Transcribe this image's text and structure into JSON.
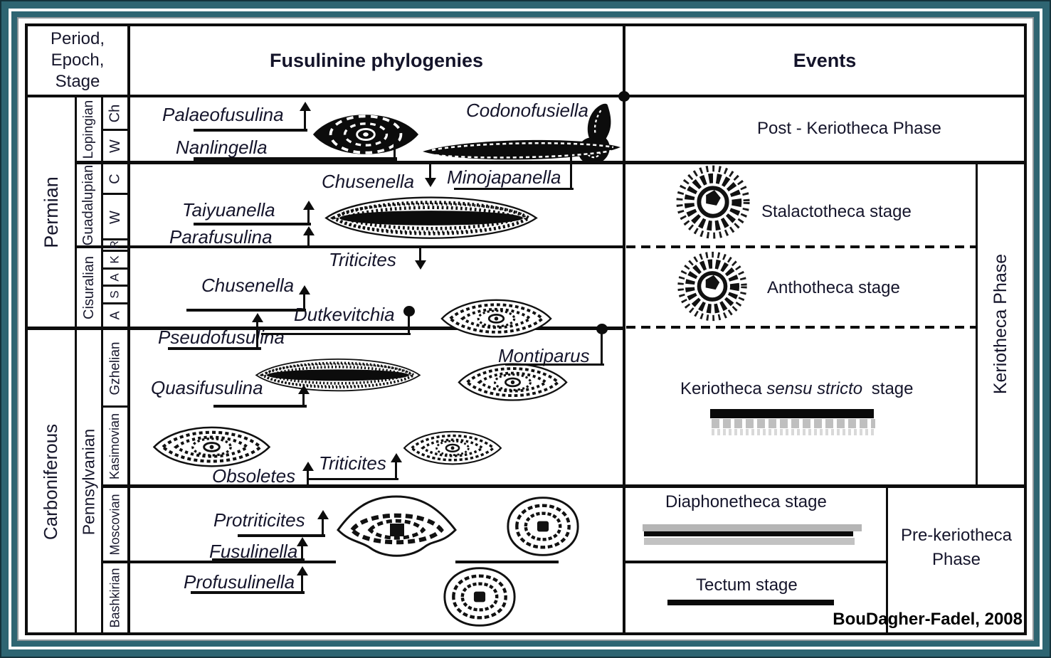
{
  "header": {
    "period_line1": "Period,",
    "period_line2": "Epoch,",
    "period_line3": "Stage",
    "phylogenies": "Fusulinine phylogenies",
    "events": "Events"
  },
  "periods": {
    "permian": "Permian",
    "carboniferous": "Carboniferous"
  },
  "epochs": {
    "lopingian": "Lopingian",
    "guadalupian": "Guadalupian",
    "cisuralian": "Cisuralian",
    "pennsylvanian": "Pennsylvanian"
  },
  "stages": {
    "ch": "Ch",
    "w1": "W",
    "c": "C",
    "w2": "W",
    "r": "R",
    "k": "K",
    "a1": "A",
    "s": "S",
    "a2": "A",
    "gzhelian": "Gzhelian",
    "kasimovian": "Kasimovian",
    "moscovian": "Moscovian",
    "bashkirian": "Bashkirian"
  },
  "taxa": {
    "palaeofusulina": "Palaeofusulina",
    "nanlingella": "Nanlingella",
    "codonofusiella": "Codonofusiella",
    "chusenella1": "Chusenella",
    "minojapanella": "Minojapanella",
    "taiyuanella": "Taiyuanella",
    "parafusulina": "Parafusulina",
    "triticites1": "Triticites",
    "chusenella2": "Chusenella",
    "dutkevitchia": "Dutkevitchia",
    "pseudofusulina": "Pseudofusulina",
    "montiparus": "Montiparus",
    "quasifusulina": "Quasifusulina",
    "obsoletes": "Obsoletes",
    "triticites2": "Triticites",
    "protriticites": "Protriticites",
    "fusulinella": "Fusulinella",
    "profusulinella": "Profusulinella"
  },
  "events": {
    "post_keriotheca": "Post - Keriotheca Phase",
    "stalactotheca": "Stalactotheca stage",
    "anthotheca": "Anthotheca stage",
    "keriotheca_ss_pre": "Keriotheca ",
    "keriotheca_ss_italic": "sensu stricto",
    "keriotheca_ss_post": " stage",
    "keriotheca_phase": "Keriotheca Phase",
    "diaphonetheca": "Diaphonetheca stage",
    "tectum": "Tectum stage",
    "pre_keriotheca_line1": "Pre-keriotheca",
    "pre_keriotheca_line2": "Phase"
  },
  "citation": "BouDagher-Fadel, 2008",
  "icons": {
    "fossil_illustrations": [
      "fusulinid-lens-dark",
      "codonofusiella-hook",
      "fusulinid-spindle-thin",
      "fusulinid-spindle-large",
      "fusulinid-lens-speckled",
      "fusulinid-round-spiral",
      "fusulinid-lens-wavy",
      "keriotheca-flower-texture"
    ],
    "bars": [
      "keriotheca-alveolar-bar",
      "diaphonetheca-layered-bar",
      "tectum-bar"
    ]
  },
  "colors": {
    "frame": "#2e6572",
    "line": "#0d0d0d",
    "text": "#15152b"
  }
}
